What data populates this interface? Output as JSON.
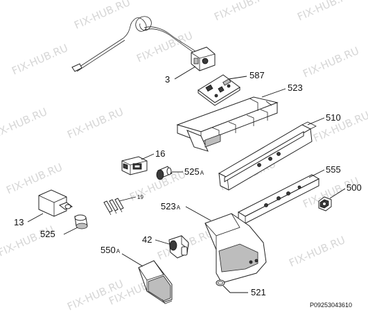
{
  "watermark": "FIX-HUB.RU",
  "labels": {
    "p3": "3",
    "p587": "587",
    "p523": "523",
    "p510": "510",
    "p16": "16",
    "p525a": "525",
    "p525a_suffix": "A",
    "p555": "555",
    "p500": "500",
    "p19": "19",
    "p523a": "523",
    "p523a_suffix": "A",
    "p13": "13",
    "p525": "525",
    "p42": "42",
    "p550a": "550",
    "p550a_suffix": "A",
    "p521": "521"
  },
  "diagram_code": "P09253043610"
}
